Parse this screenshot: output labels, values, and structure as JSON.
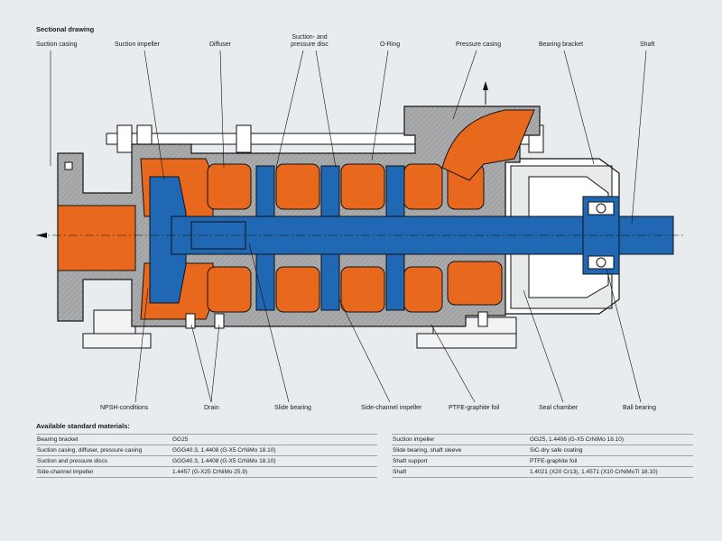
{
  "heading": "Sectional drawing",
  "colors": {
    "casing": "#a9aaab",
    "fluid": "#e8691e",
    "rotor": "#2068b3",
    "outline": "#111111",
    "background": "#e9ecee"
  },
  "labels": {
    "suction_casing": "Suction casing",
    "suction_impeller": "Suction impeller",
    "diffuser": "Diffuser",
    "suction_pressure_disc_line1": "Suction- and",
    "suction_pressure_disc_line2": "pressure disc",
    "o_ring": "O-Ring",
    "pressure_casing": "Pressure casing",
    "bearing_bracket": "Bearing bracket",
    "shaft": "Shaft",
    "npsh_conditions": "NPSH-conditions",
    "drain": "Drain",
    "slide_bearing": "Slide bearing",
    "side_channel_impeller": "Side-channel impeller",
    "ptfe_graphite_foil": "PTFE-graphite foil",
    "seal_chamber": "Seal chamber",
    "ball_bearing": "Ball bearing"
  },
  "materials": {
    "title": "Available standard materials:",
    "left": [
      {
        "part": "Bearing bracket",
        "material": "GG25"
      },
      {
        "part": "Suction casing, diffuser, pressure casing",
        "material": "GGG40.3, 1.4408 (G-X5 CrNiMo 18.10)"
      },
      {
        "part": "Suction and pressure discs",
        "material": "GGG40.3, 1.4408 (G-X5 CrNiMo 18.10)"
      },
      {
        "part": "Side-channel impeller",
        "material": "1.4457 (G-X25 CrNiMo 25.9)"
      }
    ],
    "right": [
      {
        "part": "Suction impeller",
        "material": "GG25, 1.4408 (G-X5 CrNiMo 18.10)"
      },
      {
        "part": "Slide bearing, shaft sleeve",
        "material": "SiC-dry safe coating"
      },
      {
        "part": "Shaft support",
        "material": "PTFE-graphite foil"
      },
      {
        "part": "Shaft",
        "material": "1.4021 (X20 Cr13), 1.4571 (X10 CrNiMoTi 18.10)"
      }
    ]
  }
}
